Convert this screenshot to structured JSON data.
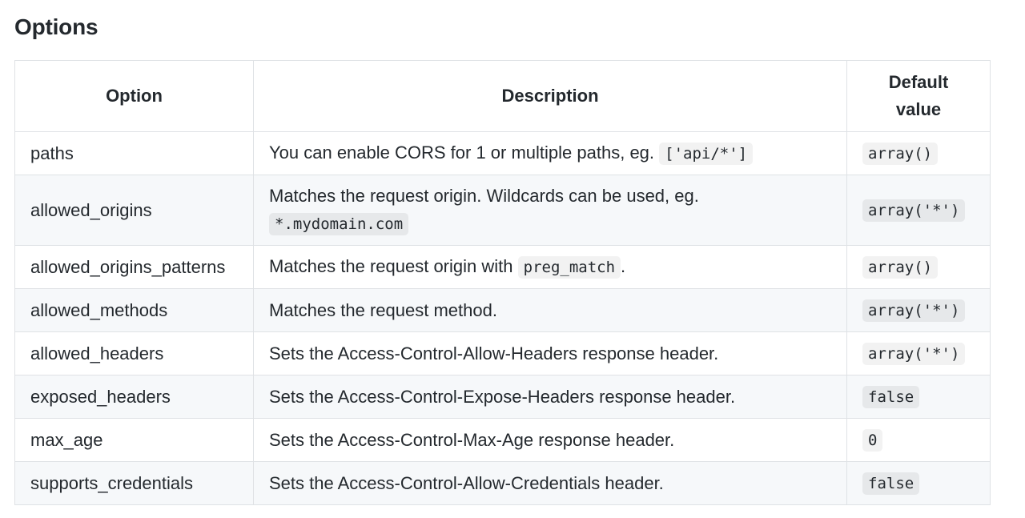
{
  "heading": "Options",
  "table": {
    "headers": {
      "option": "Option",
      "description": "Description",
      "default_line1": "Default",
      "default_line2": "value"
    },
    "rows": [
      {
        "option": "paths",
        "desc_text": "You can enable CORS for 1 or multiple paths, eg.",
        "desc_code": "['api/*']",
        "desc_after": "",
        "default": "array()"
      },
      {
        "option": "allowed_origins",
        "desc_text": "Matches the request origin. Wildcards can be used, eg.",
        "desc_code": "*.mydomain.com",
        "desc_after": "",
        "default": "array('*')"
      },
      {
        "option": "allowed_origins_patterns",
        "desc_text": "Matches the request origin with",
        "desc_code": "preg_match",
        "desc_after": ".",
        "default": "array()"
      },
      {
        "option": "allowed_methods",
        "desc_text": "Matches the request method.",
        "desc_code": "",
        "desc_after": "",
        "default": "array('*')"
      },
      {
        "option": "allowed_headers",
        "desc_text": "Sets the Access-Control-Allow-Headers response header.",
        "desc_code": "",
        "desc_after": "",
        "default": "array('*')"
      },
      {
        "option": "exposed_headers",
        "desc_text": "Sets the Access-Control-Expose-Headers response header.",
        "desc_code": "",
        "desc_after": "",
        "default": "false"
      },
      {
        "option": "max_age",
        "desc_text": "Sets the Access-Control-Max-Age response header.",
        "desc_code": "",
        "desc_after": "",
        "default": "0"
      },
      {
        "option": "supports_credentials",
        "desc_text": "Sets the Access-Control-Allow-Credentials header.",
        "desc_code": "",
        "desc_after": "",
        "default": "false"
      }
    ]
  }
}
